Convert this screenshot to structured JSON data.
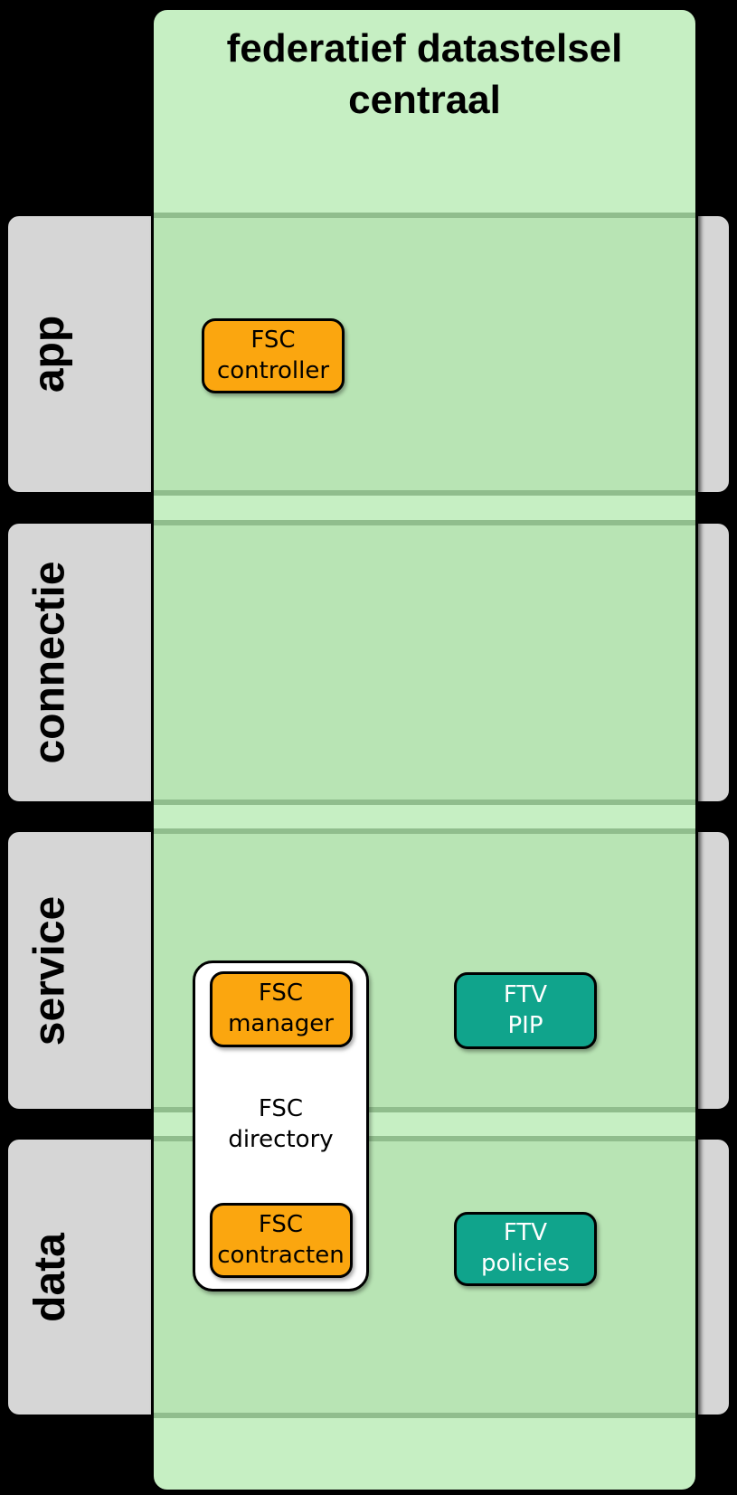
{
  "title": "federatief datastelsel centraal",
  "layers": [
    {
      "label": "app"
    },
    {
      "label": "connectie"
    },
    {
      "label": "service"
    },
    {
      "label": "data"
    }
  ],
  "nodes": {
    "fsc_controller": "FSC\ncontroller",
    "fsc_manager": "FSC\nmanager",
    "fsc_directory": "FSC\ndirectory",
    "fsc_contracten": "FSC\ncontracten",
    "ftv_pip": "FTV\nPIP",
    "ftv_policies": "FTV\npolicies"
  },
  "colors": {
    "background": "#000000",
    "panel_green": "#c6efc3",
    "row_green": "#b8e4b4",
    "row_line_green": "#90bd8d",
    "band_gray": "#d6d6d6",
    "node_orange": "#fba60f",
    "node_teal": "#10a48c",
    "node_white": "#ffffff",
    "text_black": "#000000",
    "text_white": "#ffffff"
  }
}
